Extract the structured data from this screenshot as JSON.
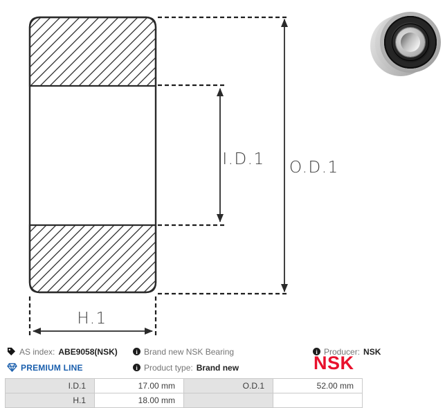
{
  "diagram": {
    "inner_diameter_label": "I.D.1",
    "outer_diameter_label": "O.D.1",
    "height_label": "H.1"
  },
  "meta": {
    "as_index_label": "AS index:",
    "as_index_value": "ABE9058(NSK)",
    "premium_line_label": "PREMIUM LINE",
    "description": "Brand new NSK Bearing",
    "product_type_label": "Product type:",
    "product_type_value": "Brand new",
    "producer_label": "Producer:",
    "producer_value": "NSK",
    "brand_logo_text": "NSK"
  },
  "icons": {
    "tag": "tag-icon",
    "diamond": "diamond-icon",
    "info": "info-icon",
    "info_glyph": "i"
  },
  "colors": {
    "brand_red": "#e8112d",
    "premium_blue": "#1a5fad",
    "drawing_line": "#2a2a2a",
    "table_header_bg": "#e3e3e3"
  },
  "dimensions_table": {
    "rows": [
      {
        "label1": "I.D.1",
        "value1": "17.00 mm",
        "label2": "O.D.1",
        "value2": "52.00 mm"
      },
      {
        "label1": "H.1",
        "value1": "18.00 mm",
        "label2": "",
        "value2": ""
      }
    ]
  }
}
